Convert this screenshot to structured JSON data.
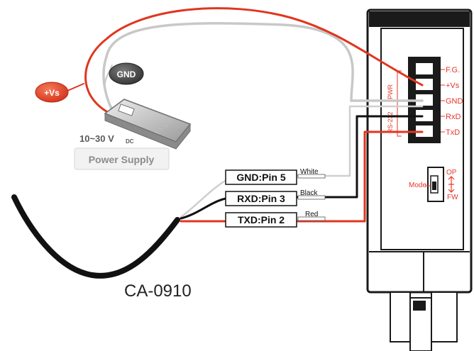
{
  "badges": {
    "vs": "+Vs",
    "gnd": "GND"
  },
  "power_supply": {
    "voltage_main": "10~30 V",
    "voltage_sub": "DC",
    "label": "Power Supply"
  },
  "cable": {
    "name": "CA-0910",
    "pins": [
      {
        "label": "GND:Pin 5",
        "color_name": "White"
      },
      {
        "label": "RXD:Pin 3",
        "color_name": "Black"
      },
      {
        "label": "TXD:Pin 2",
        "color_name": "Red"
      }
    ]
  },
  "device": {
    "terminals": [
      "F.G.",
      "+Vs",
      "GND",
      "RxD",
      "TxD"
    ],
    "group_pwr": "PWR",
    "group_rs232": "RS-232",
    "mode_label": "Mode",
    "switch_top": "OP",
    "switch_bottom": "FW"
  },
  "colors": {
    "red_wire": "#e0361f",
    "gray_wire": "#c8c8c8",
    "black_wire": "#111111",
    "badge_red": "#e8422a",
    "badge_gray": "#4a4a4a",
    "device_body": "#1a1a1a",
    "label_red": "#e8362a"
  }
}
